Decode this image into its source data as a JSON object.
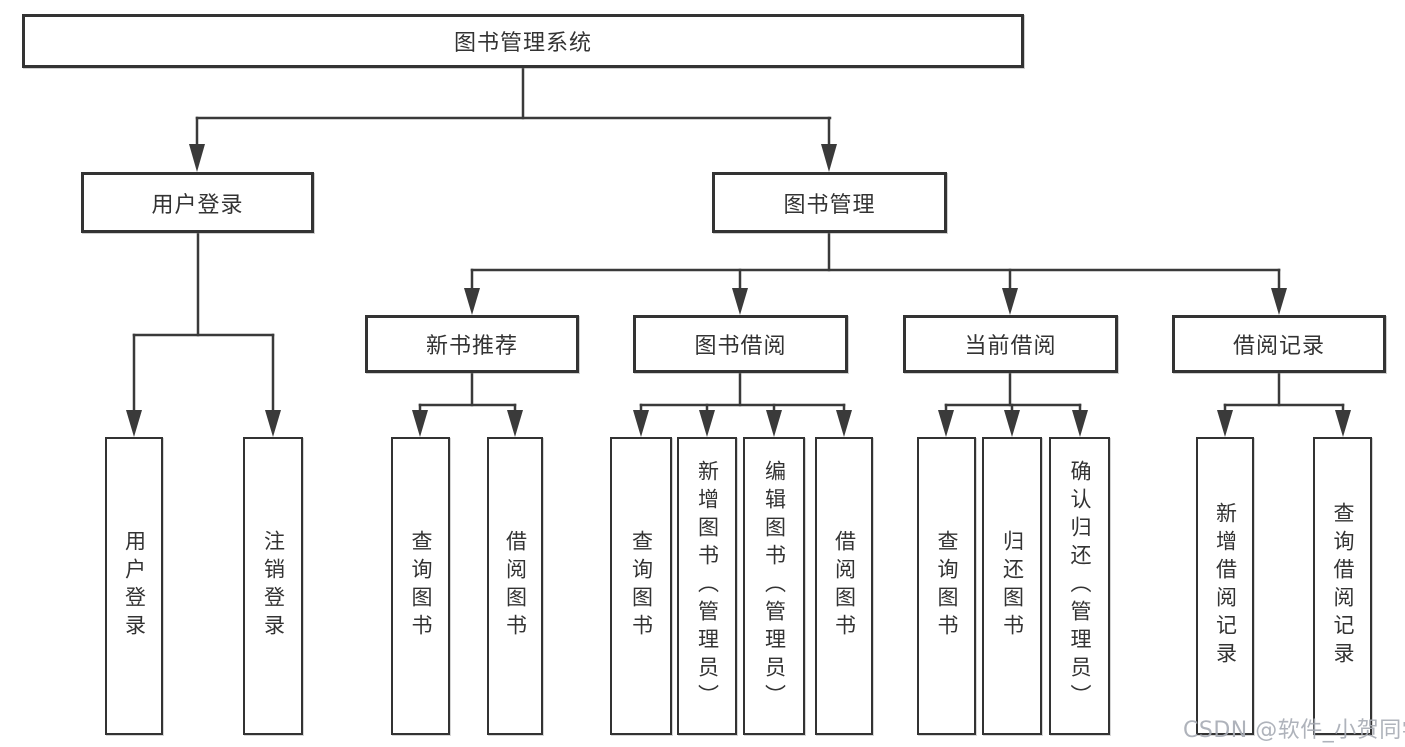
{
  "diagram": {
    "root": {
      "label": "图书管理系统"
    },
    "level2": [
      {
        "label": "用户登录"
      },
      {
        "label": "图书管理"
      }
    ],
    "level3": [
      {
        "label": "新书推荐",
        "parent": "图书管理"
      },
      {
        "label": "图书借阅",
        "parent": "图书管理"
      },
      {
        "label": "当前借阅",
        "parent": "图书管理"
      },
      {
        "label": "借阅记录",
        "parent": "图书管理"
      }
    ],
    "leaves": [
      {
        "label": "用户登录",
        "parent": "用户登录"
      },
      {
        "label": "注销登录",
        "parent": "用户登录"
      },
      {
        "label": "查询图书",
        "parent": "新书推荐"
      },
      {
        "label": "借阅图书",
        "parent": "新书推荐"
      },
      {
        "label": "查询图书",
        "parent": "图书借阅"
      },
      {
        "label": "新增图书（管理员）",
        "parent": "图书借阅"
      },
      {
        "label": "编辑图书（管理员）",
        "parent": "图书借阅"
      },
      {
        "label": "借阅图书",
        "parent": "图书借阅"
      },
      {
        "label": "查询图书",
        "parent": "当前借阅"
      },
      {
        "label": "归还图书",
        "parent": "当前借阅"
      },
      {
        "label": "确认归还（管理员）",
        "parent": "当前借阅"
      },
      {
        "label": "新增借阅记录",
        "parent": "借阅记录"
      },
      {
        "label": "查询借阅记录",
        "parent": "借阅记录"
      }
    ]
  },
  "watermark": {
    "text": "CSDN @软件_小贺同学"
  },
  "colors": {
    "line": "#3a3a3a",
    "box_border": "#333333",
    "text": "#333333",
    "background": "#ffffff",
    "watermark": "#a8adb5"
  }
}
